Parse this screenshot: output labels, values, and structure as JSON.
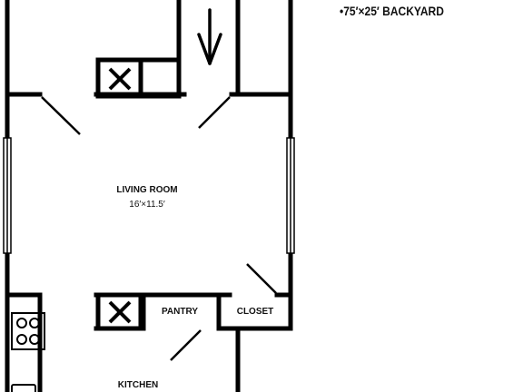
{
  "notes": {
    "backyard": "•75′×25′ BACKYARD"
  },
  "rooms": {
    "living_room": {
      "name": "LIVING ROOM",
      "size": "16′×11.5′"
    },
    "pantry": {
      "name": "PANTRY"
    },
    "closet": {
      "name": "CLOSET"
    },
    "kitchen": {
      "name": "KITCHEN"
    }
  },
  "icons": {
    "entry_arrow": "arrow-down-icon",
    "chimney_top": "x-box-icon",
    "chimney_bottom": "x-box-icon",
    "stove": "stove-icon"
  },
  "colors": {
    "wall": "#000000",
    "background": "#ffffff"
  }
}
